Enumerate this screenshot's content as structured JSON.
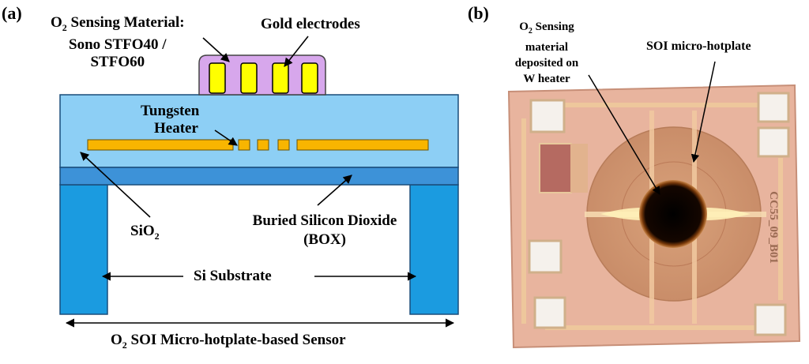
{
  "panel_a": {
    "tag": "(a)",
    "sensing_material": {
      "line1_prefix": "O",
      "line1_sub": "2",
      "line1_rest": " Sensing Material:",
      "line2": "Sono STFO40 /",
      "line3": "STFO60"
    },
    "gold_electrodes": "Gold electrodes",
    "tungsten": "Tungsten",
    "heater": "Heater",
    "sio2_prefix": "SiO",
    "sio2_sub": "2",
    "box_line1": "Buried Silicon Dioxide",
    "box_line2": "(BOX)",
    "substrate": "Si Substrate",
    "caption_prefix": "O",
    "caption_sub": "2",
    "caption_rest": " SOI Micro-hotplate-based Sensor"
  },
  "panel_b": {
    "tag": "(b)",
    "sensing_prefix": "O",
    "sensing_sub": "2",
    "sensing_rest": " Sensing",
    "material": "material",
    "deposited": "deposited on",
    "w_heater": "W heater",
    "micro_hotplate": "SOI micro-hotplate",
    "chip_text": "CC55_09_B01"
  },
  "colors": {
    "oxide": "#8dcff5",
    "box": "#3d92d8",
    "substrate": "#1b9be0",
    "heater": "#f8b500",
    "sensing": "#d7a7ec",
    "electrode": "#ffff00"
  }
}
